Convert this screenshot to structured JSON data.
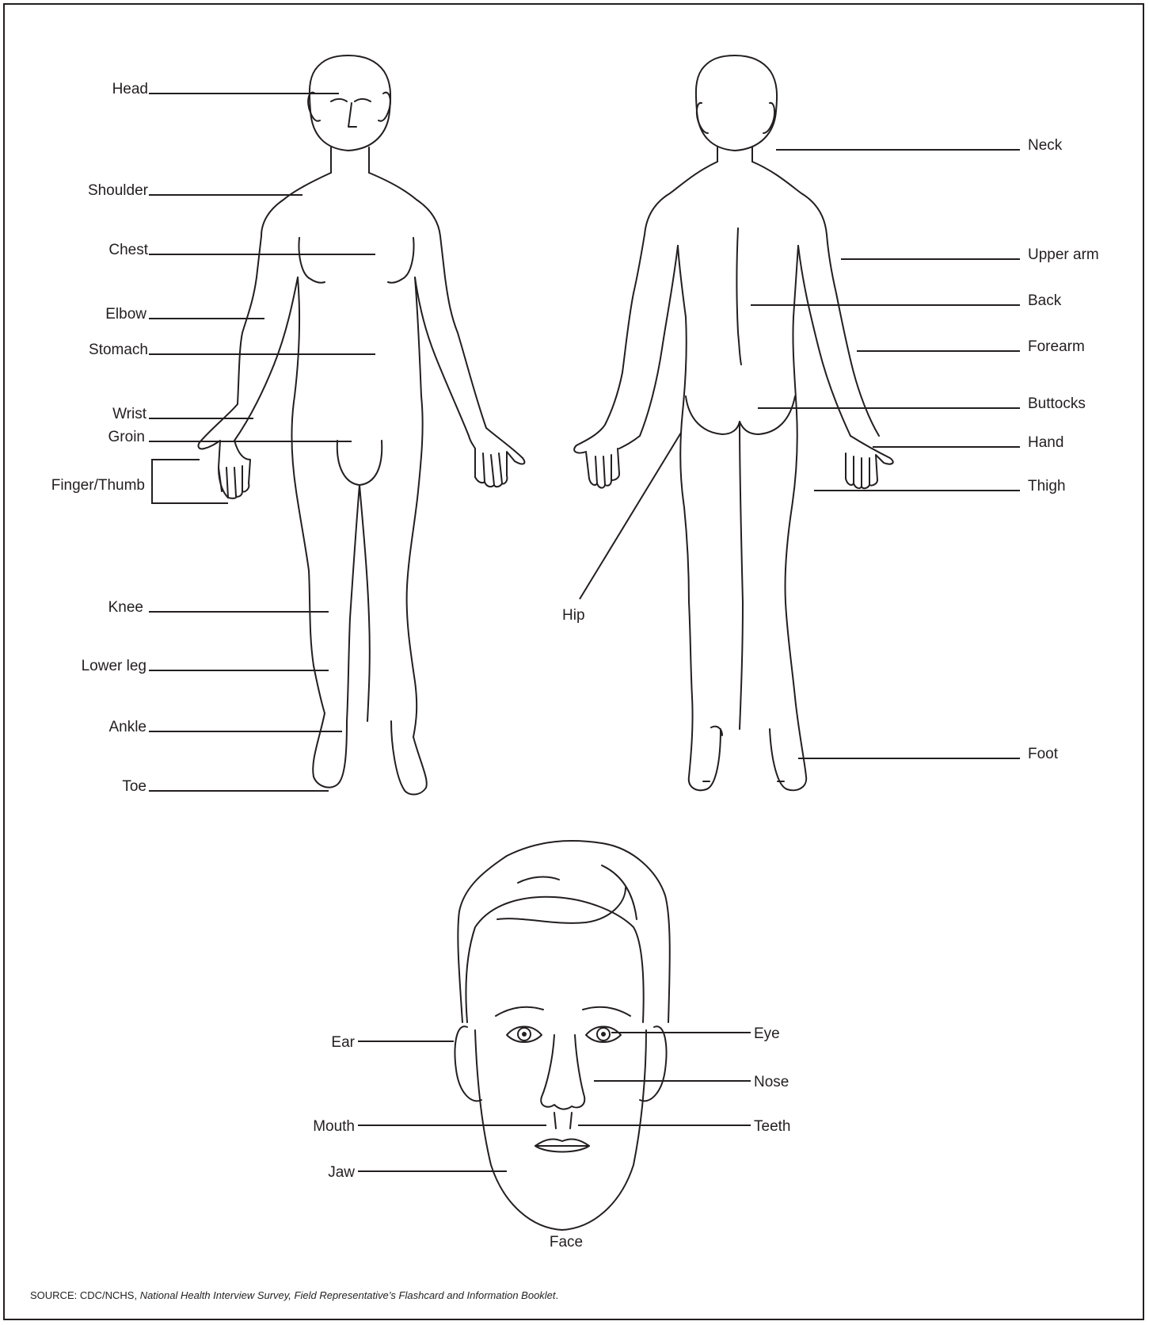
{
  "labels": {
    "head": "Head",
    "shoulder": "Shoulder",
    "chest": "Chest",
    "elbow": "Elbow",
    "stomach": "Stomach",
    "wrist": "Wrist",
    "groin": "Groin",
    "finger_thumb": "Finger/Thumb",
    "knee": "Knee",
    "lower_leg": "Lower leg",
    "ankle": "Ankle",
    "toe": "Toe",
    "neck": "Neck",
    "upper_arm": "Upper arm",
    "back": "Back",
    "forearm": "Forearm",
    "buttocks": "Buttocks",
    "hand": "Hand",
    "thigh": "Thigh",
    "hip": "Hip",
    "foot": "Foot",
    "ear": "Ear",
    "eye": "Eye",
    "nose": "Nose",
    "mouth": "Mouth",
    "teeth": "Teeth",
    "jaw": "Jaw"
  },
  "face_caption": "Face",
  "source": {
    "prefix": "SOURCE: CDC/NCHS, ",
    "title": "National Health Interview Survey, Field Representative’s Flashcard and Information Booklet",
    "suffix": "."
  }
}
